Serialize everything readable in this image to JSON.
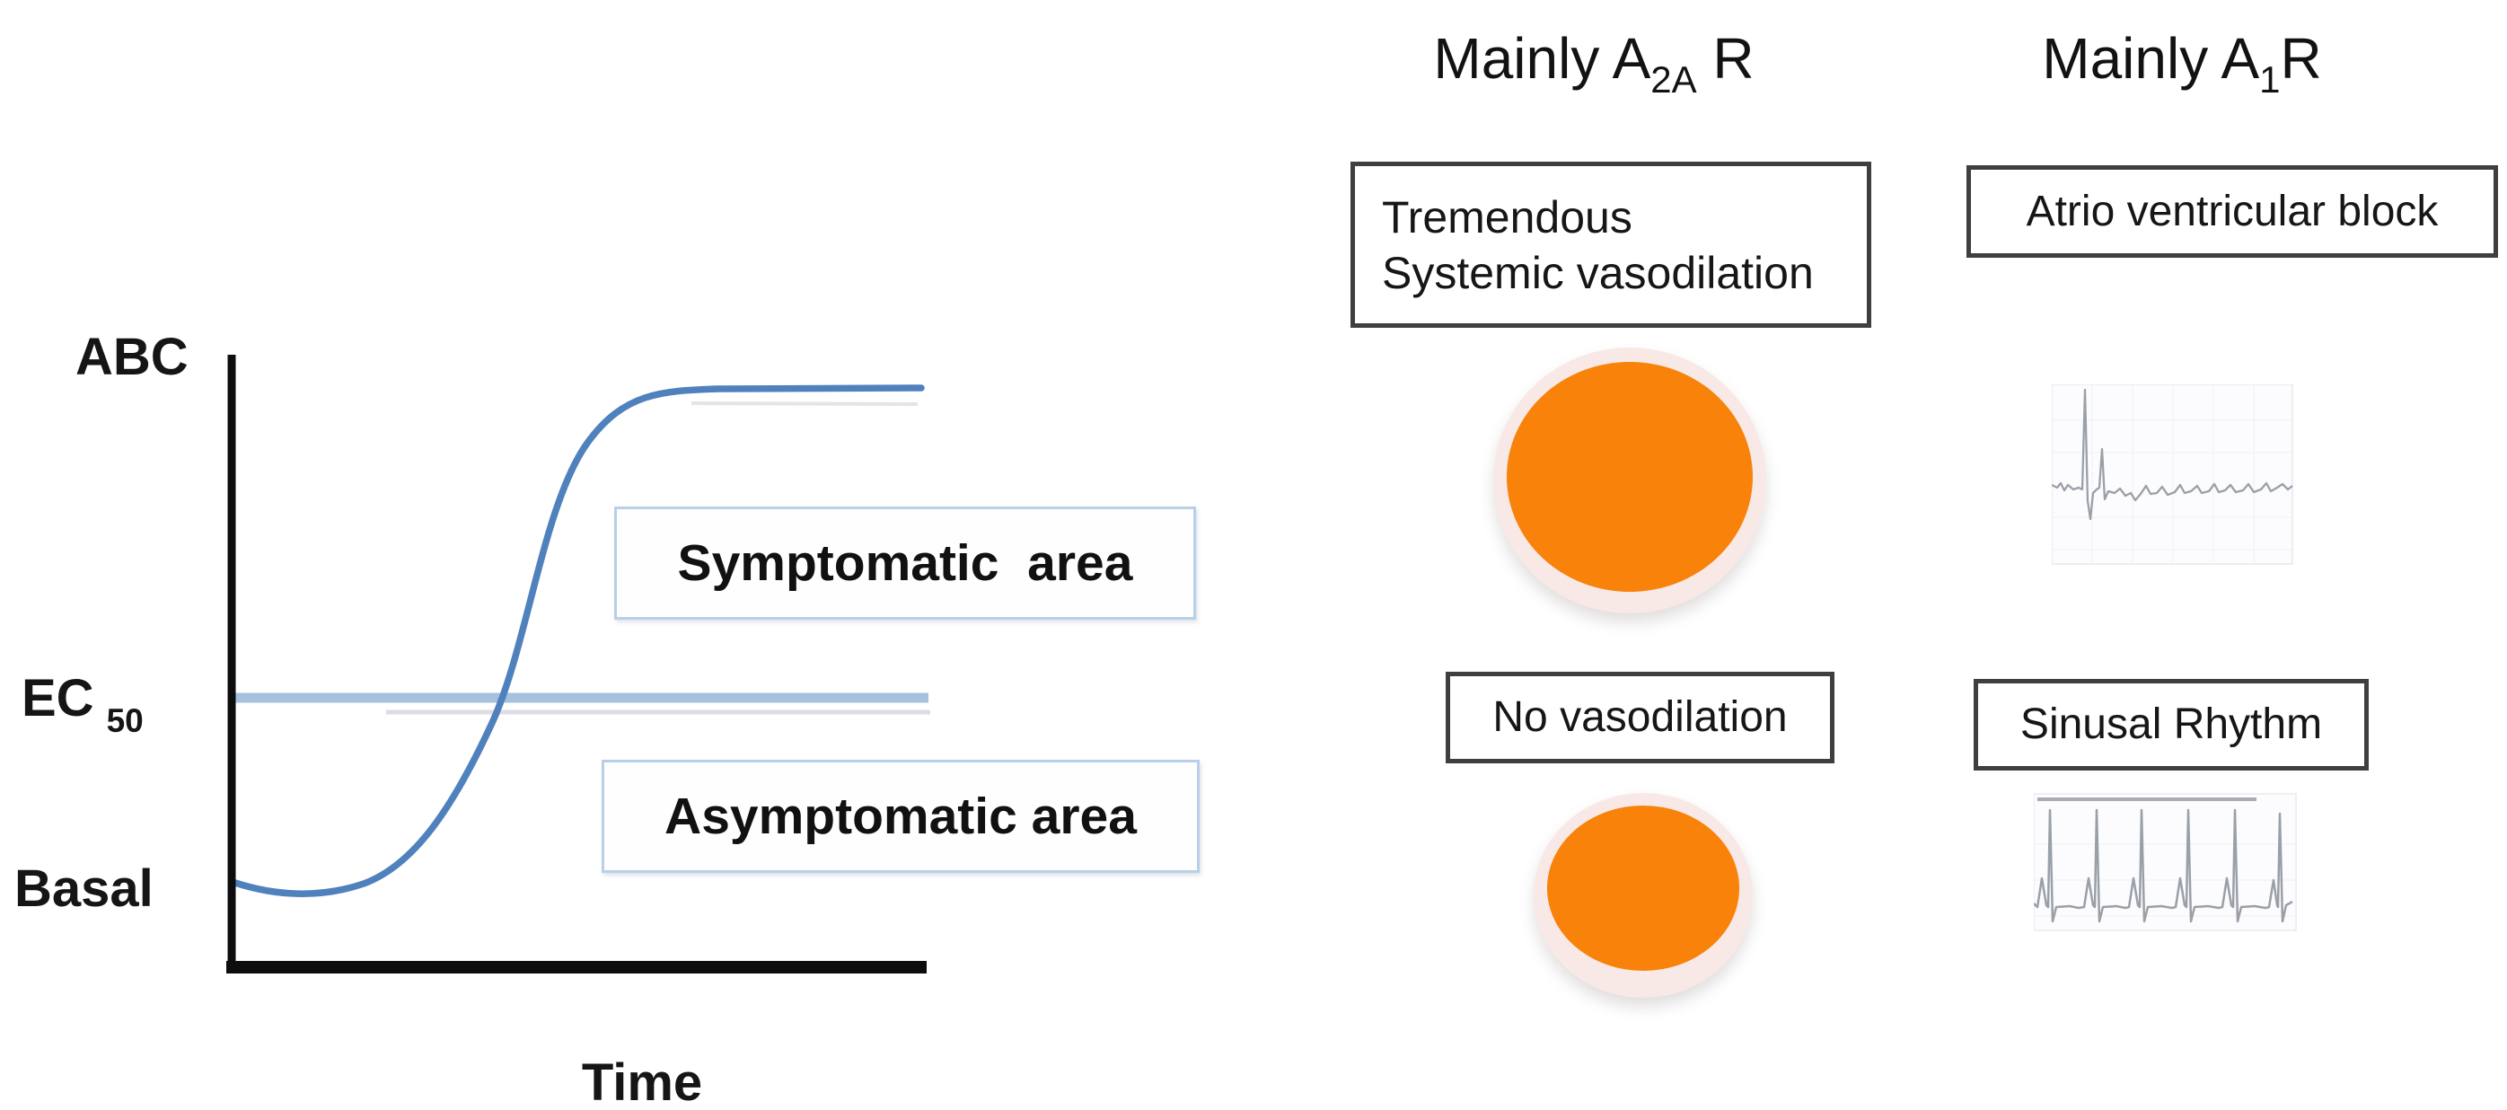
{
  "chart": {
    "labels": {
      "abc": "ABC",
      "ec": "EC",
      "ec_sub": "50",
      "basal": "Basal",
      "time": "Time"
    },
    "areas": {
      "symptomatic": "Symptomatic  area",
      "asymptomatic": "Asymptomatic area"
    },
    "colors": {
      "curve": "#4f81bd",
      "ec50_line": "#a6c1de",
      "axis": "#0d0d0d",
      "area_box_border": "#b9cfe8"
    }
  },
  "chart_data": {
    "type": "line",
    "xlabel": "Time",
    "y_tick_labels": [
      "Basal",
      "EC50",
      "ABC"
    ],
    "curve_shape": "sigmoid rising from Basal, crossing the horizontal EC50 reference line, plateauing at ABC",
    "reference_line": "horizontal line at EC50 level",
    "annotations": [
      "Symptomatic  area (above EC50)",
      "Asymptomatic area (below EC50)"
    ],
    "legend": "none",
    "grid": false
  },
  "columns": {
    "a2a": {
      "header": {
        "prefix": "Mainly A",
        "sub": "2A",
        "suffix": " R"
      },
      "box_top": {
        "line1": "Tremendous",
        "line2": "Systemic vasodilation"
      },
      "box_bottom": "No vasodilation"
    },
    "a1": {
      "header": {
        "prefix": "Mainly A",
        "sub": "1",
        "suffix": "R"
      },
      "box_top": "Atrio ventricular block",
      "box_bottom": "Sinusal Rhythm"
    }
  },
  "icons": {
    "large_vessel": "dilated-vessel-circle",
    "small_vessel": "non-dilated-vessel-circle",
    "ecg_top": "av-block-ecg-trace",
    "ecg_bottom": "sinus-rhythm-ecg-trace"
  },
  "colors": {
    "vessel_fill": "#f8820a",
    "vessel_ring": "#f8e9e6",
    "ecg_trace": "#9aa0a8",
    "dark_box_border": "#3f3f3f",
    "text": "#1b1b1b",
    "background": "#ffffff"
  }
}
